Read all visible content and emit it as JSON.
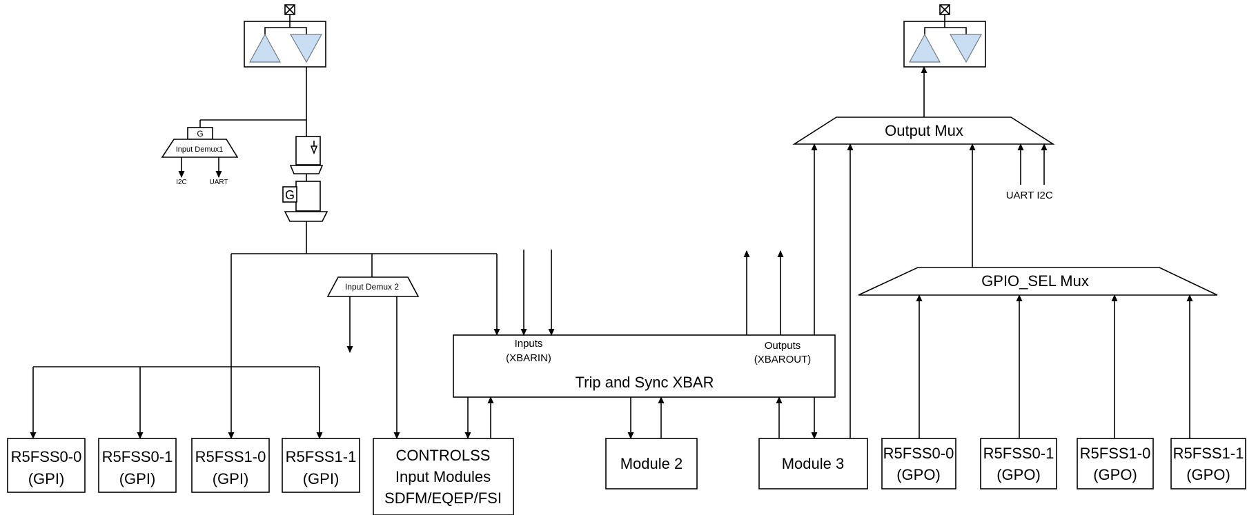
{
  "output_mux": {
    "label": "Output Mux"
  },
  "gpio_sel_mux": {
    "label": "GPIO_SEL Mux"
  },
  "input_demux1": {
    "label": "Input Demux1",
    "gate_label": "G",
    "outputs": [
      "I2C",
      "UART"
    ]
  },
  "input_demux2": {
    "label": "Input Demux 2"
  },
  "gate": {
    "label": "G"
  },
  "output_mux_inputs": {
    "uart": "UART",
    "i2c": "I2C"
  },
  "xbar": {
    "title": "Trip and Sync XBAR",
    "inputs_label": "Inputs",
    "inputs_sub": "(XBARIN)",
    "outputs_label": "Outputs",
    "outputs_sub": "(XBAROUT)"
  },
  "gpi_blocks": [
    {
      "name": "R5FSS0-0",
      "sub": "(GPI)"
    },
    {
      "name": "R5FSS0-1",
      "sub": "(GPI)"
    },
    {
      "name": "R5FSS1-0",
      "sub": "(GPI)"
    },
    {
      "name": "R5FSS1-1",
      "sub": "(GPI)"
    }
  ],
  "controlss": {
    "line1": "CONTROLSS",
    "line2": "Input Modules",
    "line3": "SDFM/EQEP/FSI"
  },
  "module2": {
    "label": "Module 2"
  },
  "module3": {
    "label": "Module 3"
  },
  "gpo_blocks": [
    {
      "name": "R5FSS0-0",
      "sub": "(GPO)"
    },
    {
      "name": "R5FSS0-1",
      "sub": "(GPO)"
    },
    {
      "name": "R5FSS1-0",
      "sub": "(GPO)"
    },
    {
      "name": "R5FSS1-1",
      "sub": "(GPO)"
    }
  ]
}
